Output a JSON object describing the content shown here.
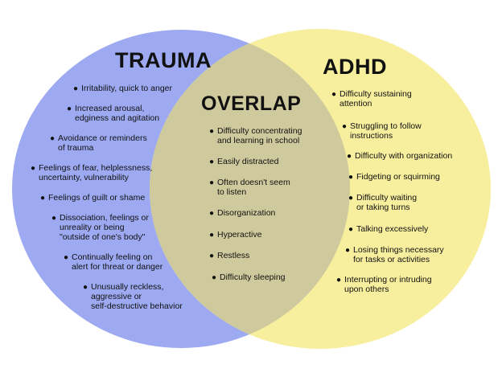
{
  "colors": {
    "trauma_circle": "#9daaf2",
    "adhd_circle": "#f7ee9e",
    "overlap_region": "#cfca9d",
    "background": "#ffffff",
    "text": "#111111"
  },
  "trauma": {
    "title": "TRAUMA",
    "items": [
      "Irritability, quick to anger",
      "Increased arousal,\nedginess and agitation",
      "Avoidance or reminders\nof trauma",
      "Feelings of fear, helplessness,\nuncertainty, vulnerability",
      "Feelings of guilt or shame",
      "Dissociation, feelings or\nunreality or being\n\"outside of one's body\"",
      "Continually feeling on\nalert for threat or danger",
      "Unusually reckless,\naggressive or\nself-destructive behavior"
    ]
  },
  "overlap": {
    "title": "OVERLAP",
    "items": [
      "Difficulty concentrating\nand learning in school",
      "Easily distracted",
      "Often doesn't seem\nto listen",
      "Disorganization",
      "Hyperactive",
      "Restless",
      "Difficulty sleeping"
    ]
  },
  "adhd": {
    "title": "ADHD",
    "items": [
      "Difficulty sustaining\nattention",
      "Struggling to follow\ninstructions",
      "Difficulty with organization",
      "Fidgeting or squirming",
      "Difficulty waiting\nor taking turns",
      "Talking excessively",
      "Losing things necessary\nfor tasks or activities",
      "Interrupting or intruding\nupon others"
    ]
  }
}
